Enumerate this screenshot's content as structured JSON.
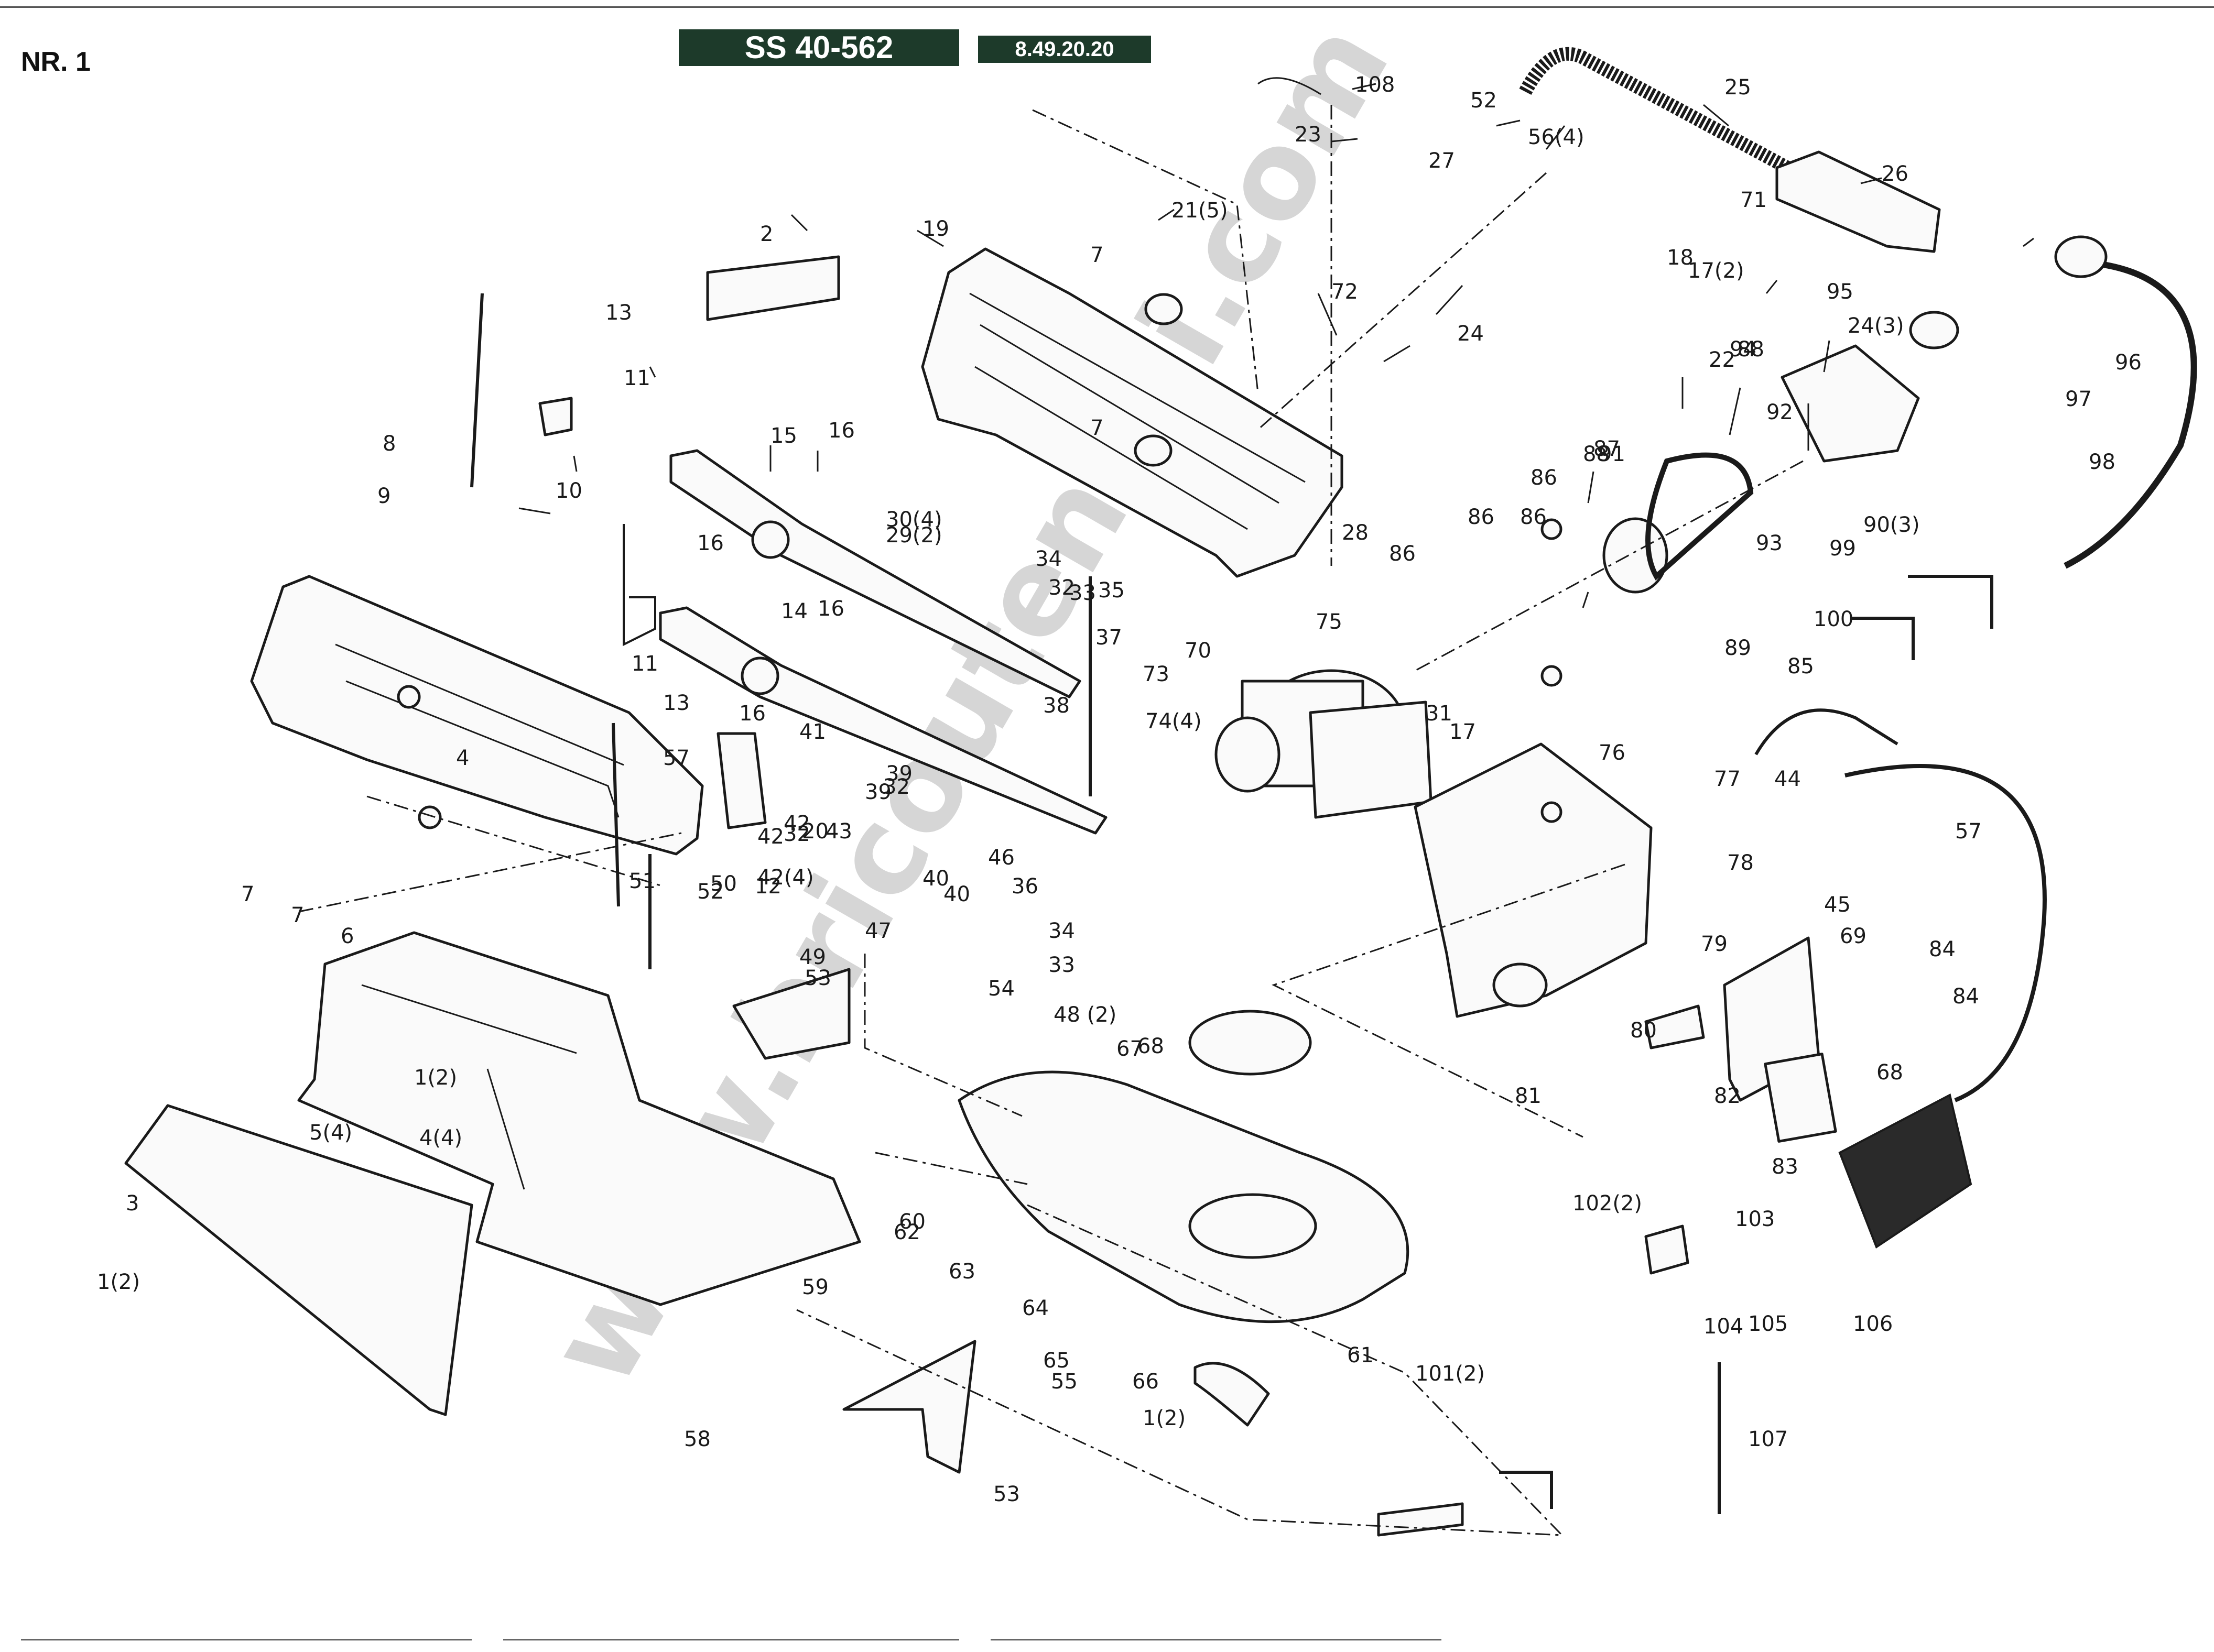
{
  "header": {
    "page_number": "NR. 1",
    "model": "SS 40-562",
    "article_number": "8.49.20.20"
  },
  "watermark": "www.bricoutensili.com",
  "part_labels": [
    "1(2)",
    "1(2)",
    "1(2)",
    "2",
    "3",
    "4",
    "4(4)",
    "5(4)",
    "6",
    "7",
    "7",
    "7",
    "7",
    "8",
    "9",
    "10",
    "11",
    "11",
    "12",
    "13",
    "13",
    "14",
    "15",
    "16",
    "16",
    "16",
    "16",
    "17",
    "17(2)",
    "18",
    "19",
    "20",
    "21(5)",
    "22",
    "23",
    "24",
    "24(3)",
    "25",
    "26",
    "27",
    "28",
    "29(2)",
    "30(4)",
    "31",
    "32",
    "32",
    "32",
    "33",
    "33",
    "34",
    "34",
    "35",
    "36",
    "37",
    "38",
    "39",
    "39",
    "40",
    "40",
    "41",
    "42",
    "42",
    "42(4)",
    "43",
    "44",
    "45",
    "46",
    "47",
    "48 (2)",
    "49",
    "50",
    "51",
    "52",
    "52",
    "53",
    "53",
    "54",
    "55",
    "56(4)",
    "57",
    "57",
    "58",
    "59",
    "60",
    "61",
    "62",
    "63",
    "64",
    "65",
    "66",
    "67",
    "68",
    "68",
    "69",
    "70",
    "71",
    "72",
    "73",
    "74(4)",
    "75",
    "76",
    "77",
    "78",
    "79",
    "80",
    "81",
    "82",
    "83",
    "84",
    "84",
    "85",
    "86",
    "86",
    "86",
    "86",
    "87",
    "88",
    "88",
    "89",
    "90(3)",
    "91",
    "92",
    "93",
    "94",
    "95",
    "96",
    "97",
    "98",
    "99",
    "100",
    "101(2)",
    "102(2)",
    "103",
    "104",
    "105",
    "106",
    "107",
    "108"
  ]
}
